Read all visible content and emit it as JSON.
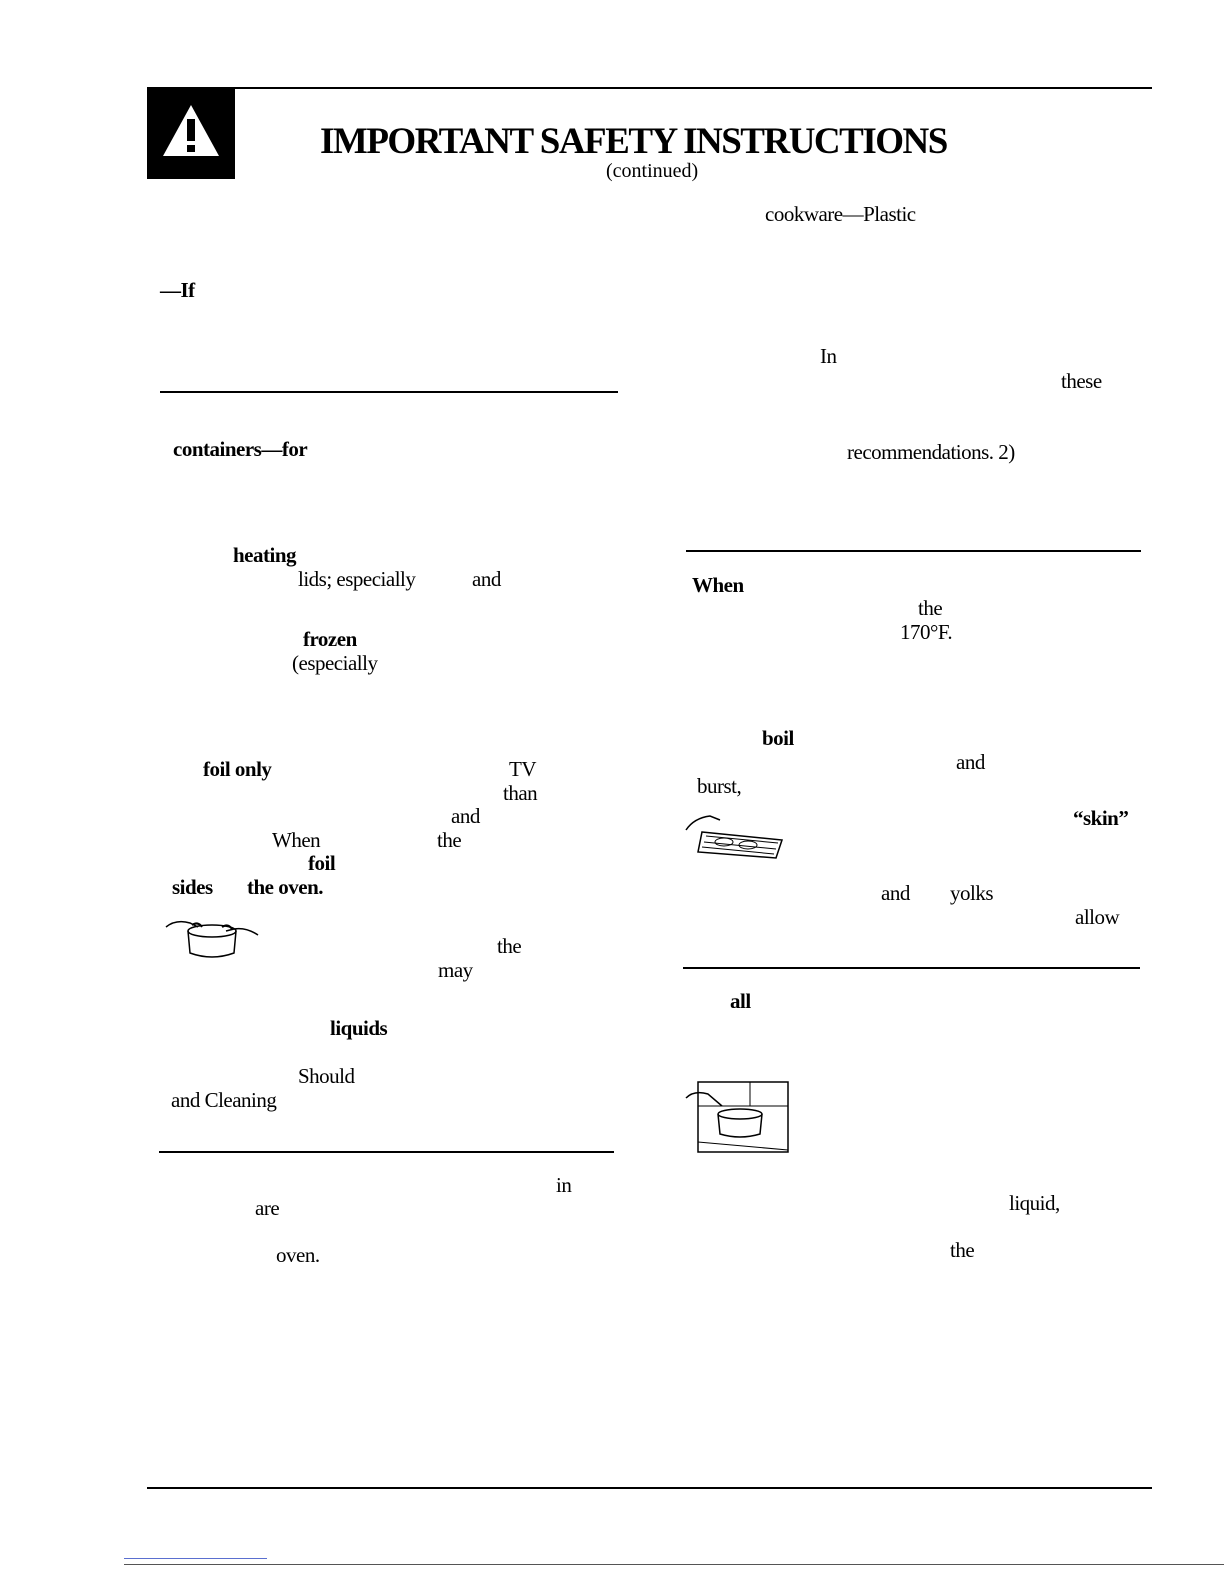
{
  "header": {
    "title": "IMPORTANT SAFETY INSTRUCTIONS",
    "subtitle": "(continued)"
  },
  "icons": {
    "warning": "warning-triangle-icon",
    "pot_hands": "hands-holding-pot-icon",
    "dish": "covered-dish-icon",
    "pot_oven": "pot-in-oven-icon"
  },
  "left": {
    "f1": "—If",
    "f2": "containers—for",
    "f3": "heating",
    "f4": "lids; especially",
    "f5": "and",
    "f6": "frozen",
    "f7": "(especially",
    "f8": "foil only",
    "f9": "TV",
    "f10": "than",
    "f11": "and",
    "f12": "When",
    "f13": "the",
    "f14": "foil",
    "f15": "sides",
    "f16": "the oven.",
    "f17": "the",
    "f18": "may",
    "f19": "liquids",
    "f20": "Should",
    "f21": "and Cleaning",
    "f22": "in",
    "f23": "are",
    "f24": "oven."
  },
  "right": {
    "f1": "cookware—Plastic",
    "f2": "In",
    "f3": "these",
    "f4": "recommendations. 2)",
    "f5": "When",
    "f6": "the",
    "f7": "170°F.",
    "f8": "boil",
    "f9": "and",
    "f10": "burst,",
    "f11": "“skin”",
    "f12": "and",
    "f13": "yolks",
    "f14": "allow",
    "f15": "all",
    "f16": "liquid,",
    "f17": "the"
  }
}
